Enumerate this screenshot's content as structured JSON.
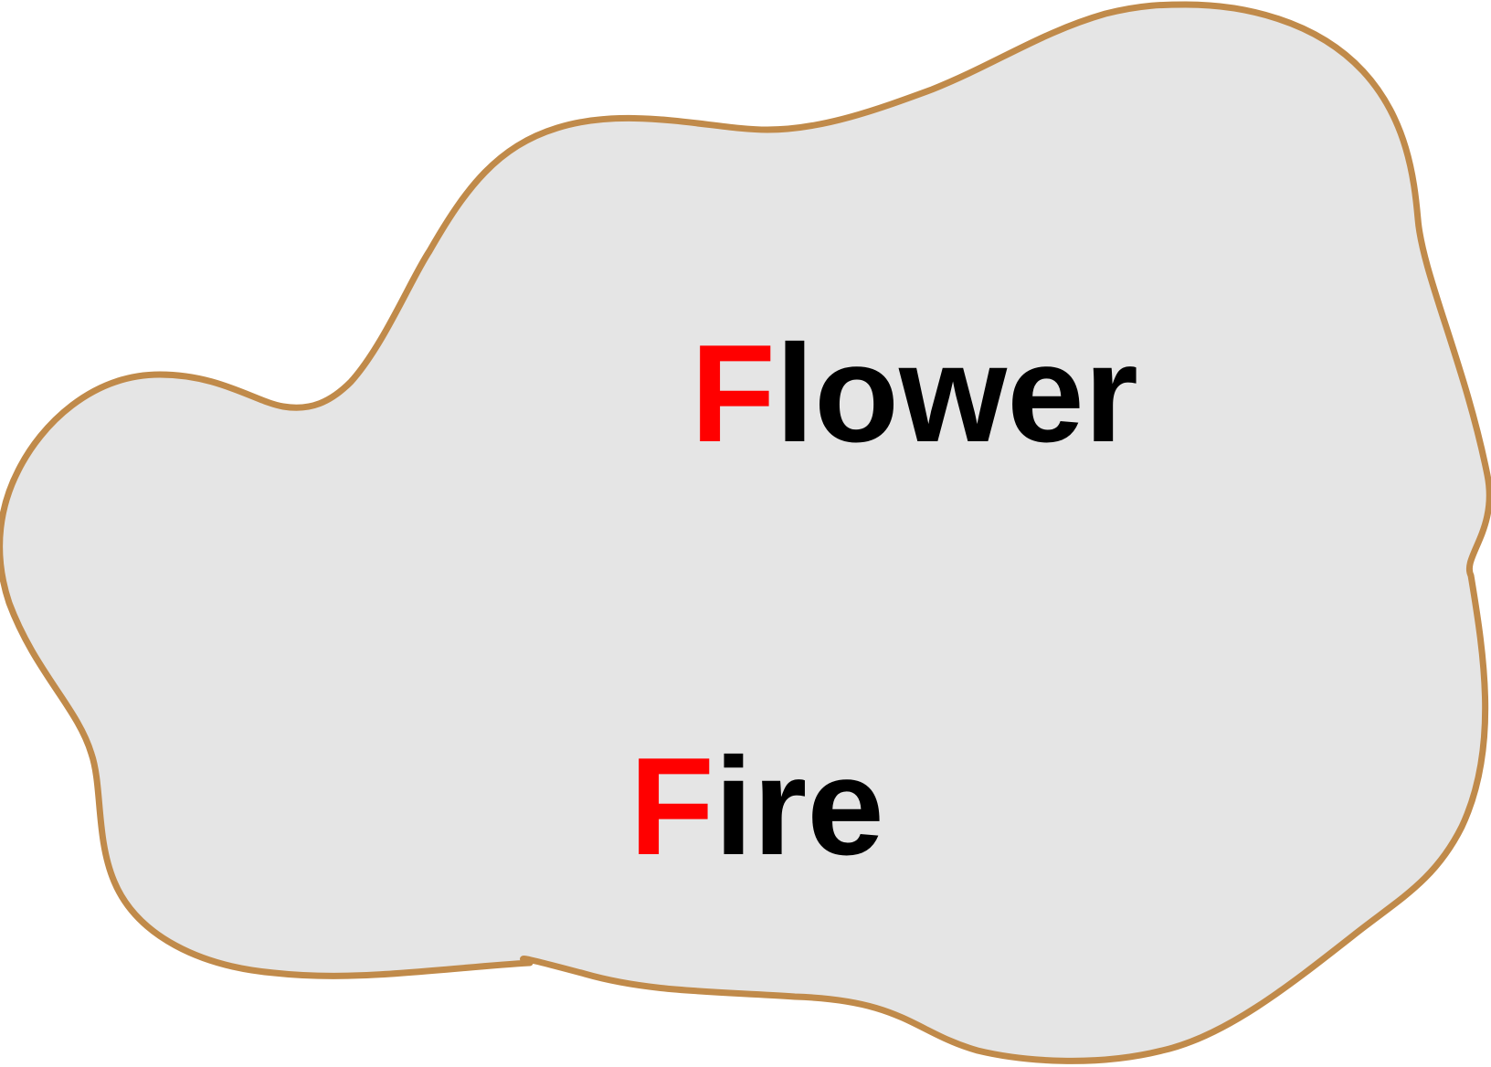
{
  "colors": {
    "blob_fill": "#e5e5e5",
    "blob_stroke": "#c08a4a",
    "highlight_letter": "#ff0000",
    "text": "#000000"
  },
  "words": [
    {
      "first_letter": "F",
      "rest": "lower"
    },
    {
      "first_letter": "F",
      "rest": "ire"
    }
  ]
}
